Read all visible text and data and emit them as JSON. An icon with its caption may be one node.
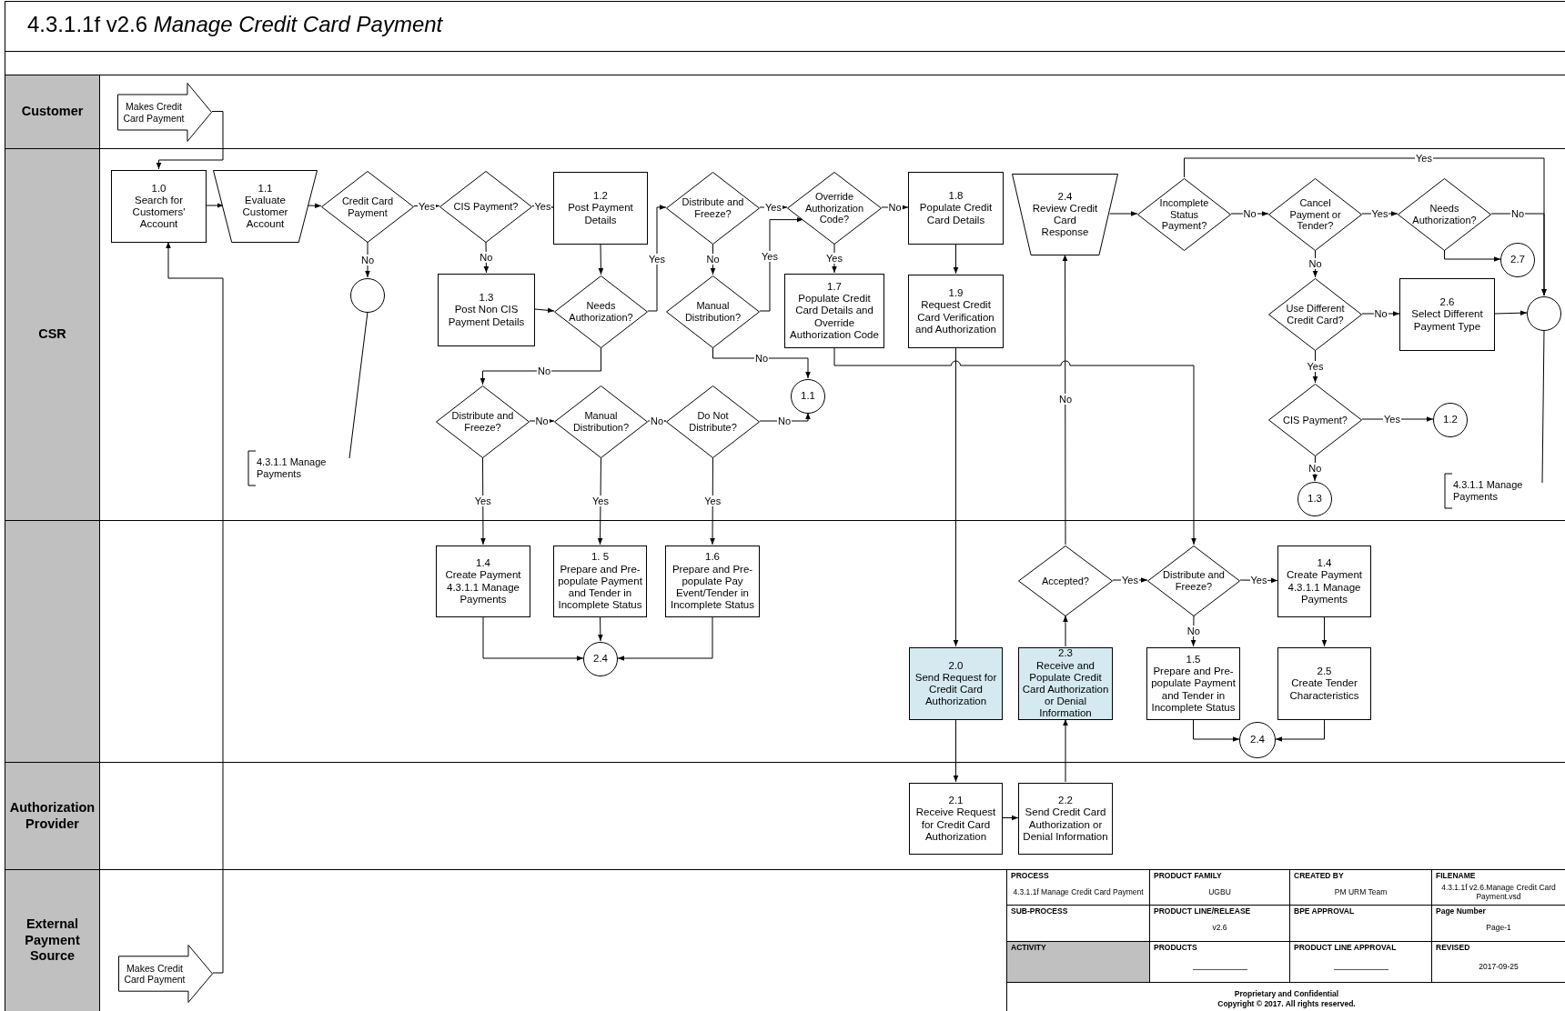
{
  "diagram": {
    "title": "4.3.1.1f v2.6 *Manage Credit Card Payment*",
    "nodes": [
      {
        "text": [
          "Customer"
        ]
      },
      {
        "text": [
          "CSR"
        ]
      },
      {
        "text": [],
        "shape": "band"
      },
      {
        "text": [
          "Authorization Provider"
        ]
      },
      {
        "text": [
          "External Payment Source"
        ]
      },
      {
        "text": [
          "Makes Credit Card Payment"
        ],
        "in": 0
      },
      {
        "text": [
          "1.0",
          "Search for Customers' Account"
        ],
        "in": 1
      },
      {
        "text": [
          "1.1",
          "Evaluate Customer Account"
        ],
        "in": 1
      },
      {
        "text": [
          "Credit Card Payment"
        ],
        "in": 1
      },
      {
        "text": [
          "CIS Payment?"
        ],
        "in": 1
      },
      {
        "text": [
          "1.2",
          "Post Payment Details"
        ],
        "in": 1
      },
      {
        "text": [
          "Distribute and Freeze?"
        ],
        "in": 1
      },
      {
        "text": [
          "Override Authorization Code?"
        ],
        "in": 1
      },
      {
        "text": [
          "1.8",
          "Populate Credit Card Details"
        ],
        "in": 1
      },
      {
        "text": [
          "2.4",
          "Review Credit Card Response"
        ],
        "in": 1
      },
      {
        "text": [
          "Incomplete Status Payment?"
        ],
        "in": 1
      },
      {
        "text": [
          "Cancel Payment or Tender?"
        ],
        "in": 1
      },
      {
        "text": [
          "Needs Authorization?"
        ],
        "in": 1
      },
      {
        "text": [
          "2.7"
        ],
        "in": 1
      },
      {
        "text": [],
        "shape": "circle",
        "in": 1
      },
      {
        "text": [],
        "shape": "circle",
        "in": 1
      },
      {
        "text": [
          "1.3",
          "Post Non CIS Payment Details"
        ],
        "in": 1
      },
      {
        "text": [
          "Needs Authorization?"
        ],
        "in": 1
      },
      {
        "text": [
          "Manual Distribution?"
        ],
        "in": 1
      },
      {
        "text": [
          "1.7",
          "Populate Credit Card Details and Override Authorization Code"
        ],
        "in": 1
      },
      {
        "text": [
          "1.9",
          "Request Credit Card Verification and Authorization"
        ],
        "in": 1
      },
      {
        "text": [
          "Use Different Credit Card?"
        ],
        "in": 1
      },
      {
        "text": [
          "2.6",
          "Select Different Payment Type"
        ],
        "in": 1
      },
      {
        "text": [
          "Distribute and Freeze?"
        ],
        "in": 1
      },
      {
        "text": [
          "Manual Distribution?"
        ],
        "in": 1
      },
      {
        "text": [
          "Do Not Distribute?"
        ],
        "in": 1
      },
      {
        "text": [
          "1.1"
        ],
        "in": 1
      },
      {
        "text": [
          "CIS Payment?"
        ],
        "in": 1
      },
      {
        "text": [
          "1.2"
        ],
        "in": 1
      },
      {
        "text": [
          "4.3.1.1 Manage Payments"
        ],
        "in": 1
      },
      {
        "text": [
          "4.3.1.1 Manage Payments"
        ],
        "in": 1
      },
      {
        "text": [
          "1.3"
        ],
        "in": 1
      },
      {
        "text": [
          "1.4",
          "Create Payment 4.3.1.1 Manage Payments"
        ],
        "in": 2
      },
      {
        "text": [
          "1. 5",
          "Prepare and Pre-populate Payment and Tender in Incomplete Status"
        ],
        "in": 2
      },
      {
        "text": [
          "1.6",
          "Prepare and Pre-populate Pay Event/Tender in Incomplete Status"
        ],
        "in": 2
      },
      {
        "text": [
          "Accepted?"
        ],
        "in": 2
      },
      {
        "text": [
          "Distribute and Freeze?"
        ],
        "in": 2
      },
      {
        "text": [
          "1.4",
          "Create Payment 4.3.1.1 Manage Payments"
        ],
        "in": 2
      },
      {
        "text": [
          "2.4"
        ],
        "in": 2
      },
      {
        "text": [
          "2.0",
          "Send Request for Credit Card Authorization"
        ],
        "in": 2
      },
      {
        "text": [
          "2.3",
          "Receive and Populate Credit Card Authorization or Denial Information"
        ],
        "in": 2
      },
      {
        "text": [
          "1.5",
          "Prepare and Pre-populate Payment and Tender in Incomplete Status"
        ],
        "in": 2
      },
      {
        "text": [
          "2.5",
          "Create Tender Characteristics"
        ],
        "in": 2
      },
      {
        "text": [
          "2.4"
        ],
        "in": 2
      },
      {
        "text": [
          "2.1",
          "Receive Request for Credit Card Authorization"
        ],
        "in": 3
      },
      {
        "text": [
          "2.2",
          "Send Credit Card Authorization or Denial Information"
        ],
        "in": 3
      },
      {
        "text": [
          "Makes Credit Card Payment"
        ],
        "in": 4
      }
    ],
    "edges": [
      {
        "from": 5,
        "to": 6,
        "arrow": "to"
      },
      {
        "from": 51,
        "to": 6,
        "arrow": "to"
      },
      {
        "from": 6,
        "to": 7,
        "arrow": "to"
      },
      {
        "from": 7,
        "to": 8,
        "arrow": "to"
      },
      {
        "from": 8,
        "to": 9,
        "arrow": "to",
        "label": "Yes"
      },
      {
        "from": 8,
        "to": 20,
        "arrow": "to",
        "label": "No"
      },
      {
        "from": 9,
        "to": 10,
        "arrow": "to",
        "label": "Yes"
      },
      {
        "from": 9,
        "to": 21,
        "arrow": "to",
        "label": "No"
      },
      {
        "from": 10,
        "to": 22,
        "arrow": "to"
      },
      {
        "from": 21,
        "to": 22,
        "arrow": "to"
      },
      {
        "from": 22,
        "to": 11,
        "arrow": "to",
        "label": "Yes"
      },
      {
        "from": 22,
        "to": 28,
        "arrow": "to",
        "label": "No"
      },
      {
        "from": 11,
        "to": 12,
        "arrow": "to",
        "label": "Yes"
      },
      {
        "from": 11,
        "to": 23,
        "arrow": "to",
        "label": "No"
      },
      {
        "from": 23,
        "to": 12,
        "arrow": "to",
        "label": "Yes"
      },
      {
        "from": 23,
        "to": 31,
        "arrow": "to",
        "label": "No"
      },
      {
        "from": 12,
        "to": 13,
        "arrow": "to",
        "label": "No"
      },
      {
        "from": 12,
        "to": 24,
        "arrow": "to",
        "label": "Yes"
      },
      {
        "from": 13,
        "to": 25,
        "arrow": "to"
      },
      {
        "from": 24,
        "to": 41,
        "arrow": "to"
      },
      {
        "from": 25,
        "to": 44,
        "arrow": "to"
      },
      {
        "from": 44,
        "to": 49,
        "arrow": "to"
      },
      {
        "from": 49,
        "to": 50,
        "arrow": "to"
      },
      {
        "from": 50,
        "to": 45,
        "arrow": "to"
      },
      {
        "from": 45,
        "to": 40,
        "arrow": "to"
      },
      {
        "from": 40,
        "to": 14,
        "arrow": "to",
        "label": "No"
      },
      {
        "from": 40,
        "to": 41,
        "arrow": "to",
        "label": "Yes"
      },
      {
        "from": 41,
        "to": 42,
        "arrow": "to",
        "label": "Yes"
      },
      {
        "from": 41,
        "to": 46,
        "arrow": "to",
        "label": "No"
      },
      {
        "from": 42,
        "to": 47,
        "arrow": "to"
      },
      {
        "from": 46,
        "to": 48,
        "arrow": "to"
      },
      {
        "from": 47,
        "to": 48,
        "arrow": "to"
      },
      {
        "from": 14,
        "to": 15,
        "arrow": "to"
      },
      {
        "from": 15,
        "to": 16,
        "arrow": "to",
        "label": "No"
      },
      {
        "from": 15,
        "to": 19,
        "arrow": "to",
        "label": "Yes"
      },
      {
        "from": 16,
        "to": 17,
        "arrow": "to",
        "label": "Yes"
      },
      {
        "from": 16,
        "to": 26,
        "arrow": "to",
        "label": "No"
      },
      {
        "from": 17,
        "to": 19,
        "arrow": "to",
        "label": "No"
      },
      {
        "from": 17,
        "to": 18,
        "arrow": "to"
      },
      {
        "from": 26,
        "to": 27,
        "arrow": "to",
        "label": "No"
      },
      {
        "from": 26,
        "to": 32,
        "arrow": "to",
        "label": "Yes"
      },
      {
        "from": 27,
        "to": 19,
        "arrow": "to"
      },
      {
        "from": 32,
        "to": 33,
        "arrow": "to",
        "label": "Yes"
      },
      {
        "from": 32,
        "to": 36,
        "arrow": "to",
        "label": "No"
      },
      {
        "from": 28,
        "to": 29,
        "arrow": "to",
        "label": "No"
      },
      {
        "from": 29,
        "to": 30,
        "arrow": "to",
        "label": "No"
      },
      {
        "from": 30,
        "to": 31,
        "arrow": "to",
        "label": "No"
      },
      {
        "from": 28,
        "to": 37,
        "arrow": "to",
        "label": "Yes"
      },
      {
        "from": 29,
        "to": 38,
        "arrow": "to",
        "label": "Yes"
      },
      {
        "from": 30,
        "to": 39,
        "arrow": "to",
        "label": "Yes"
      },
      {
        "from": 37,
        "to": 43,
        "arrow": "to"
      },
      {
        "from": 38,
        "to": 43,
        "arrow": "to"
      },
      {
        "from": 39,
        "to": 43,
        "arrow": "to"
      },
      {
        "from": 20,
        "to": 34,
        "arrow": "none"
      },
      {
        "from": 19,
        "to": 35,
        "arrow": "none"
      }
    ],
    "labels": [
      "PROCESS",
      "4.3.1.1f Manage Credit Card Payment",
      "PRODUCT FAMILY",
      "UGBU",
      "CREATED BY",
      "PM URM Team",
      "FILENAME",
      "4.3.1.1f v2.6.Manage Credit Card Payment.vsd",
      "SUB-PROCESS",
      "PRODUCT LINE/RELEASE",
      "v2.6",
      "BPE APPROVAL",
      "Page Number",
      "Page-1",
      "ACTIVITY",
      "PRODUCTS",
      "PRODUCT LINE APPROVAL",
      "REVISED",
      "2017-09-25",
      "Proprietary and Confidential",
      "Copyright © 2017. All rights reserved."
    ]
  }
}
